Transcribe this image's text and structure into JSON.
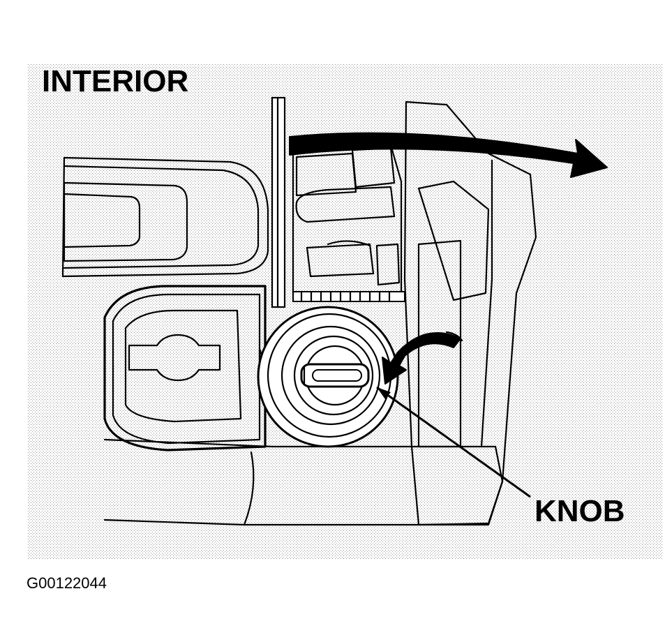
{
  "title": "INTERIOR",
  "callouts": [
    {
      "id": "knob",
      "label": "KNOB"
    }
  ],
  "figure_code": "G00122044",
  "colors": {
    "line": "#000000",
    "stipple": "#b9b9b9",
    "background": "#ffffff"
  },
  "icons": {
    "rotate_direction": "curved-arrow-icon",
    "open_direction": "curved-arrow-icon"
  }
}
